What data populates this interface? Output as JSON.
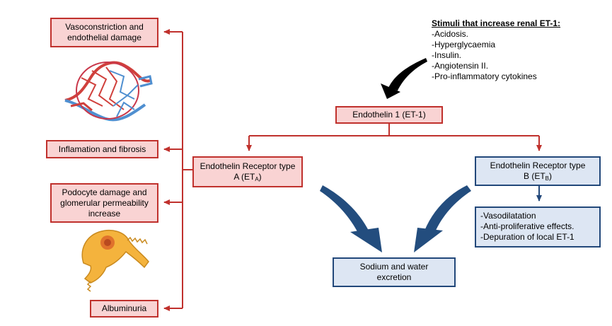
{
  "stimuli": {
    "title": "Stimuli that increase renal ET-1:",
    "items": [
      "-Acidosis.",
      "-Hyperglycaemia",
      "-Insulin.",
      "-Angiotensin II.",
      "-Pro-inflammatory cytokines"
    ]
  },
  "et1": {
    "label": "Endothelin 1 (ET-1)"
  },
  "eta": {
    "line1": "Endothelin Receptor type",
    "line2_prefix": "A (ET",
    "line2_sub": "A",
    "line2_suffix": ")"
  },
  "etb": {
    "line1": "Endothelin Receptor type",
    "line2_prefix": "B (ET",
    "line2_sub": "B",
    "line2_suffix": ")"
  },
  "etb_effects": [
    "-Vasodilatation",
    "-Anti-proliferative effects.",
    "-Depuration of local ET-1"
  ],
  "sodium": {
    "line1": "Sodium and water",
    "line2": "excretion"
  },
  "effects": {
    "vasoconstriction": {
      "line1": "Vasoconstriction and",
      "line2": "endothelial damage"
    },
    "inflammation": {
      "line1": "Inflamation and fibrosis"
    },
    "podocyte": {
      "line1": "Podocyte damage and",
      "line2": "glomerular permeability",
      "line3": "increase"
    },
    "albuminuria": {
      "line1": "Albuminuria"
    }
  },
  "colors": {
    "red": "#c0312d",
    "red_fill": "#f9d3d3",
    "blue": "#22487a",
    "blue_fill": "#dde6f3",
    "arrow_blue": "#234d7e"
  },
  "icons": [
    "capillary-network-icon",
    "podocyte-cell-icon",
    "curved-black-arrow-icon",
    "curved-blue-arrow-icon"
  ]
}
